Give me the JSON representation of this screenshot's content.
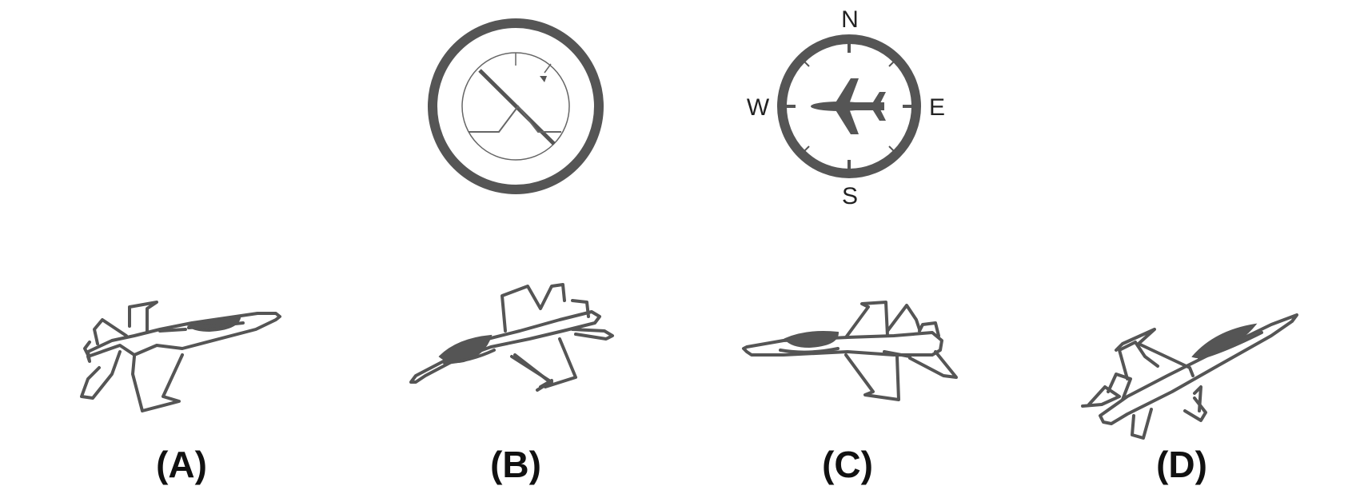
{
  "compass": {
    "north": "N",
    "south": "S",
    "east": "E",
    "west": "W"
  },
  "options": [
    {
      "label": "(A)"
    },
    {
      "label": "(B)"
    },
    {
      "label": "(C)"
    },
    {
      "label": "(D)"
    }
  ],
  "colors": {
    "stroke": "#555555",
    "background": "#ffffff",
    "text": "#111111"
  },
  "icons": [
    "attitude-indicator-icon",
    "heading-indicator-icon",
    "aircraft-icon"
  ]
}
